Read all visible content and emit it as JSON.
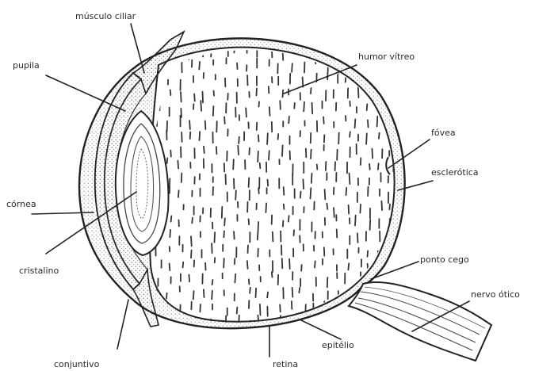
{
  "diagram": {
    "labels": {
      "musculo_ciliar": "músculo ciliar",
      "humor_vitreo": "humor vítreo",
      "pupila": "pupila",
      "fovea": "fóvea",
      "esclerotica": "esclerótica",
      "cornea": "córnea",
      "cristalino": "cristalino",
      "ponto_cego": "ponto cego",
      "nervo_otico": "nervo ótico",
      "epitelio": "epitélio",
      "retina": "retina",
      "conjuntiva": "conjuntivo"
    }
  }
}
